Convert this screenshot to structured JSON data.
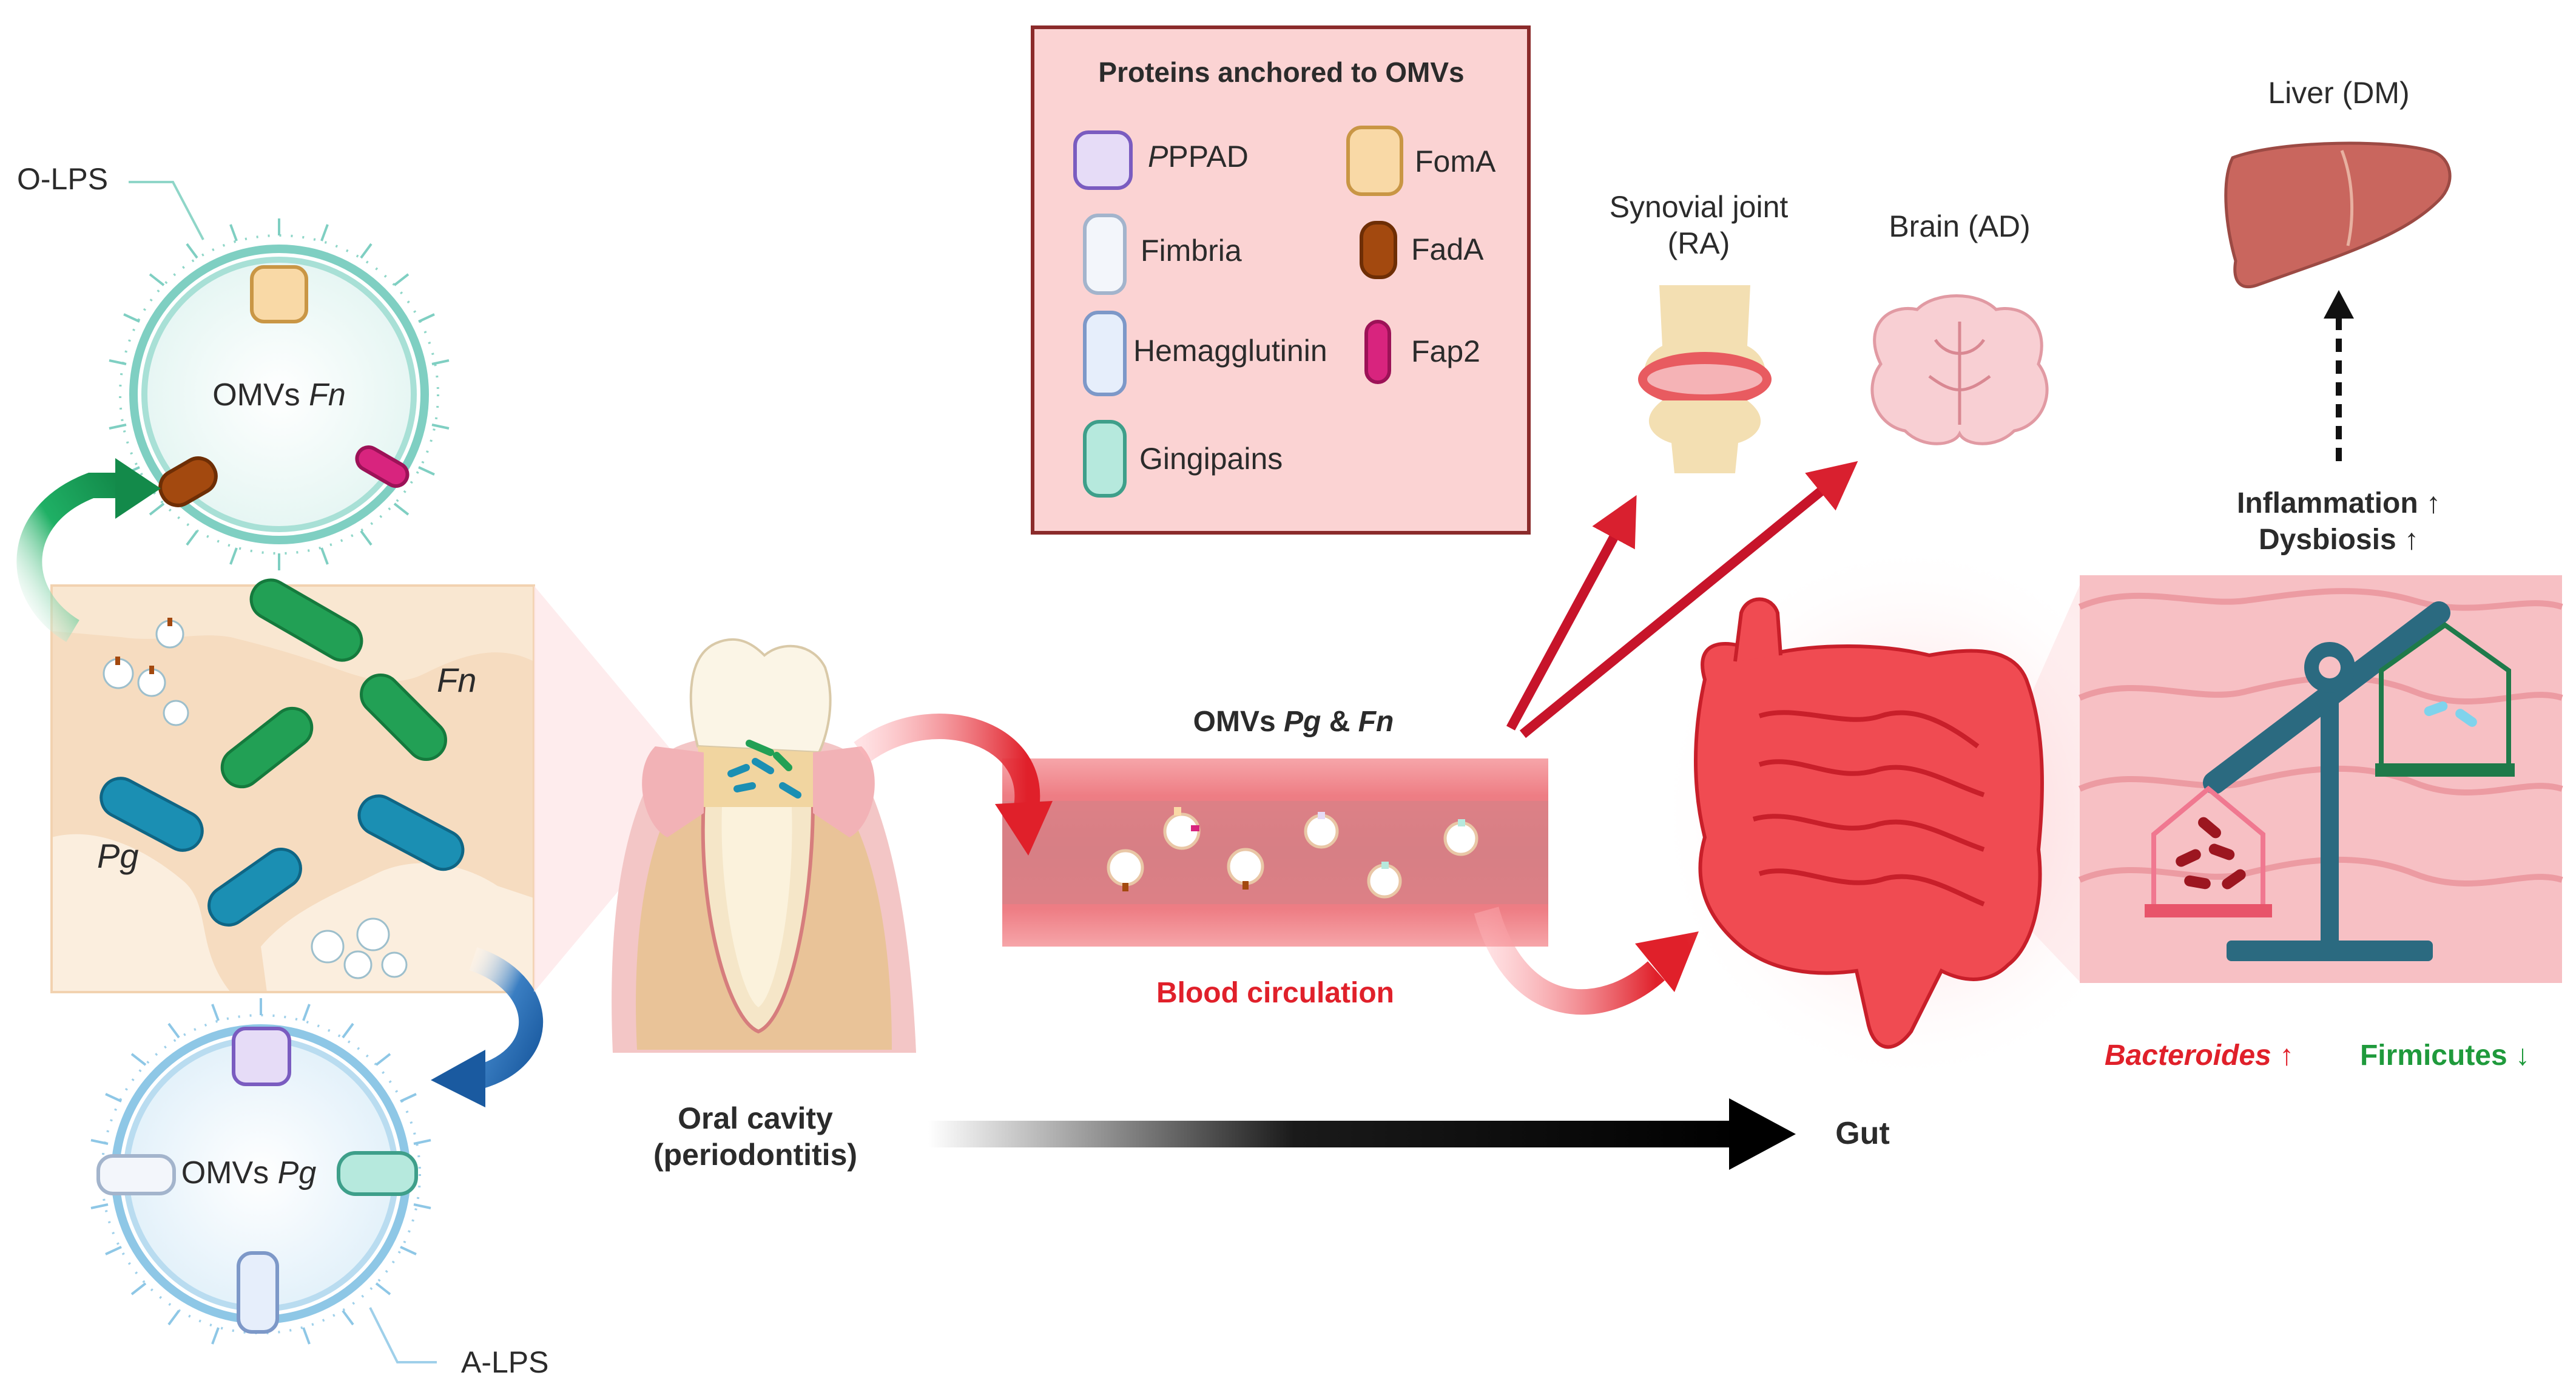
{
  "legend": {
    "title": "Proteins anchored to OMVs",
    "items": [
      {
        "label": "PPAD",
        "color": "#e6dcf7",
        "stroke": "#7a5cc0"
      },
      {
        "label": "FomA",
        "color": "#f9d9a6",
        "stroke": "#c99645"
      },
      {
        "label": "Fimbria",
        "color": "#f3f6fb",
        "stroke": "#a3b4cc"
      },
      {
        "label": "FadA",
        "color": "#a3490f",
        "stroke": "#6e2e05"
      },
      {
        "label": "Hemagglutinin",
        "color": "#e6eefb",
        "stroke": "#7d98c8"
      },
      {
        "label": "Fap2",
        "color": "#d8247e",
        "stroke": "#9c1257"
      },
      {
        "label": "Gingipains",
        "color": "#b6e9dd",
        "stroke": "#3e9f8a"
      }
    ]
  },
  "labels": {
    "o_lps": "O-LPS",
    "a_lps": "A-LPS",
    "omv_fn_prefix": "OMVs",
    "omv_fn_species": "Fn",
    "omv_pg_prefix": "OMVs",
    "omv_pg_species": "Pg",
    "fn": "Fn",
    "pg": "Pg",
    "oral_cavity_line1": "Oral cavity",
    "oral_cavity_line2": "(periodontitis)",
    "omvs_title_prefix": "OMVs",
    "omvs_title_pg": "Pg",
    "omvs_title_amp": "&",
    "omvs_title_fn": "Fn",
    "blood_circulation": "Blood circulation",
    "gut": "Gut",
    "synovial_line1": "Synovial joint",
    "synovial_line2": "(RA)",
    "brain": "Brain (AD)",
    "liver": "Liver (DM)",
    "inflammation": "Inflammation ↑",
    "dysbiosis": "Dysbiosis ↑",
    "bacteroides": "Bacteroides",
    "bacteroides_arrow": "↑",
    "firmicutes": "Firmicutes ↓"
  },
  "colors": {
    "fn_rod": "#22a055",
    "pg_rod": "#1b8fb3",
    "blood": "#f06a72",
    "red_arrow": "#d9202f",
    "teal_membrane": "#7fcfc2",
    "blue_membrane": "#8ec7e6"
  }
}
